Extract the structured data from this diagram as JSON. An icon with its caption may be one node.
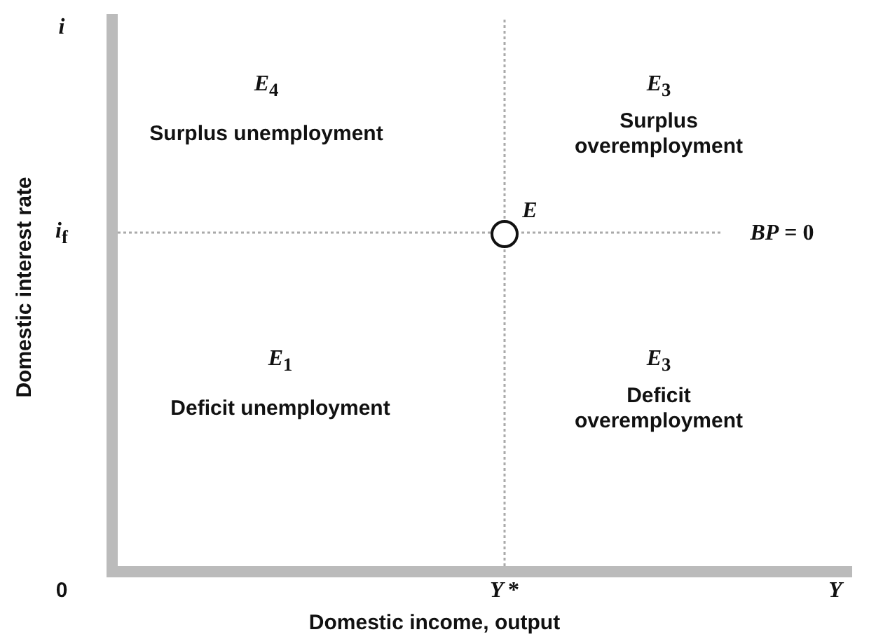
{
  "diagram": {
    "nodes": [
      {
        "text": [],
        "shape": "circle",
        "beside": [
          "*E*"
        ]
      }
    ],
    "edges": [],
    "labels": [
      "*i*",
      "Domestic interest rate",
      "*E*$_{4}$",
      "Surplus unemployment",
      "*E*$_{3}$",
      "Surplus overemployment",
      "*i*$_{f}$",
      "*BP* = 0",
      "*E*$_{1}$",
      "Deficit unemployment",
      "*E*$_{3}$",
      "Deficit overemployment",
      "0",
      "*Y* *",
      "*Y*",
      "Domestic income, output"
    ]
  }
}
